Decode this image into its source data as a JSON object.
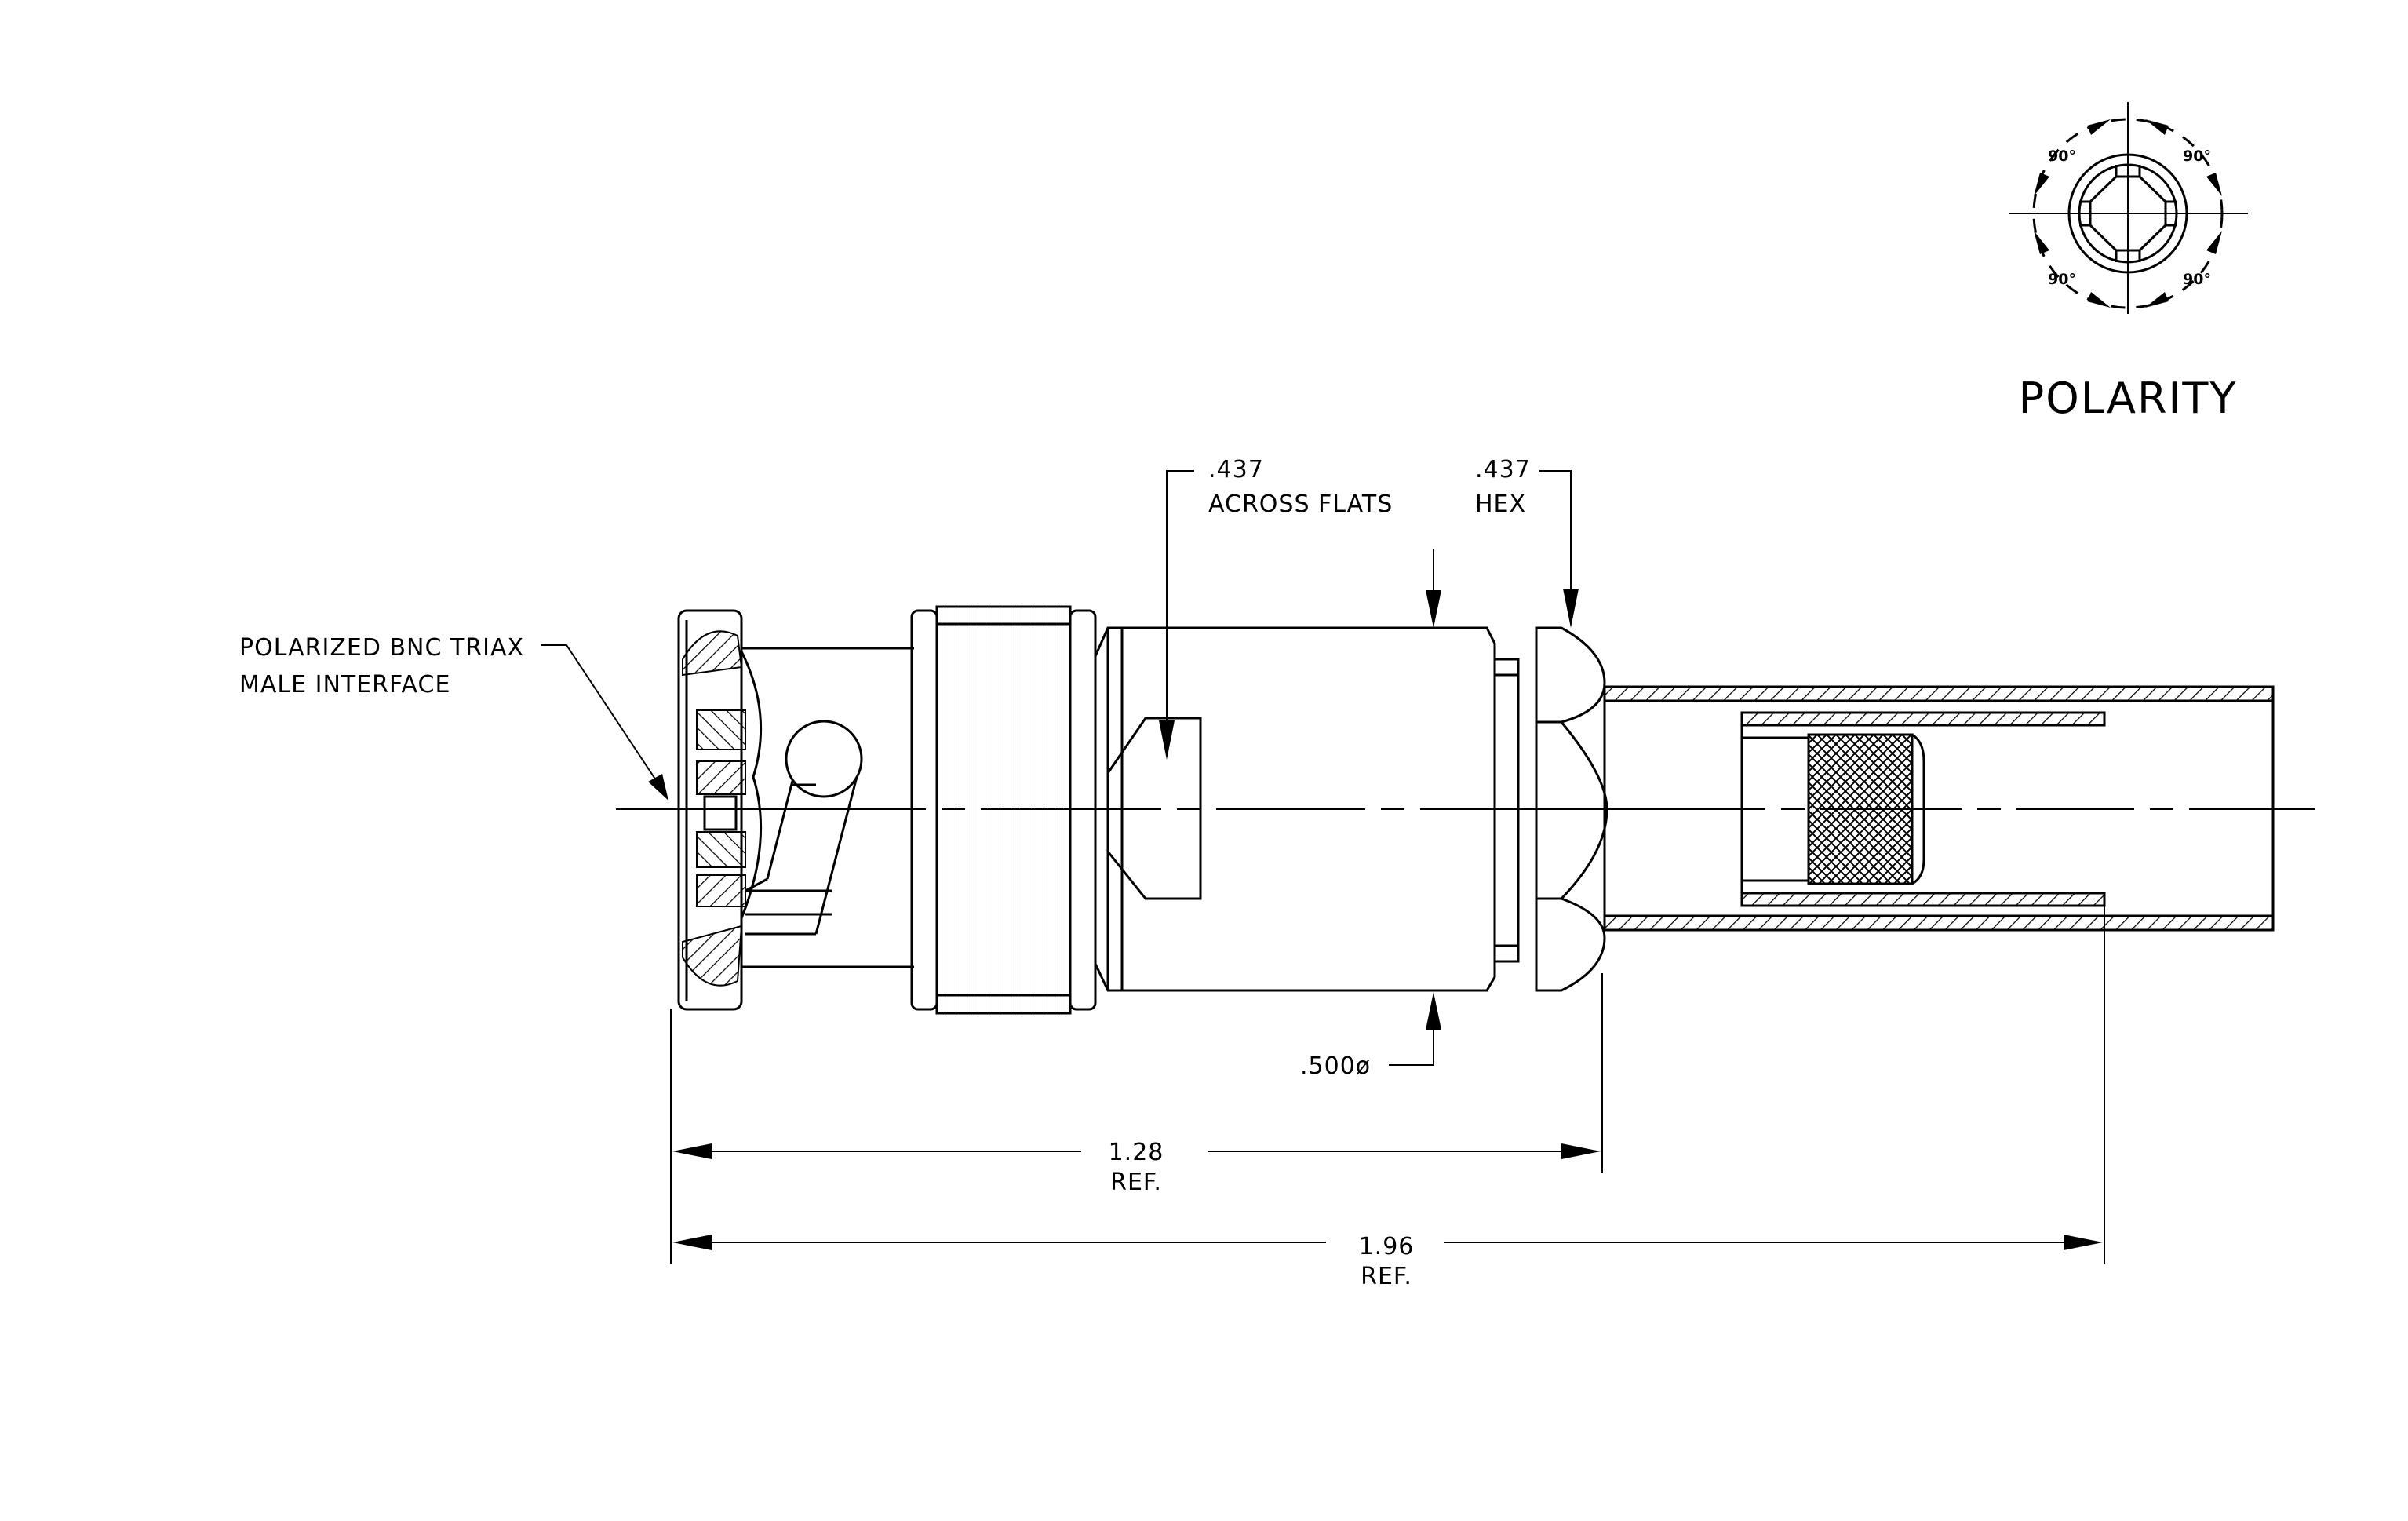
{
  "labels": {
    "interface_line1": "POLARIZED BNC TRIAX",
    "interface_line2": "MALE INTERFACE",
    "flats_value": ".437",
    "flats_text": "ACROSS FLATS",
    "hex_value": ".437",
    "hex_text": "HEX",
    "diameter": ".500ø",
    "dim_short_value": "1.28",
    "dim_short_ref": "REF.",
    "dim_long_value": "1.96",
    "dim_long_ref": "REF.",
    "polarity_title": "POLARITY",
    "angle_tl": "90°",
    "angle_tr": "90°",
    "angle_bl": "90°",
    "angle_br": "90°"
  }
}
